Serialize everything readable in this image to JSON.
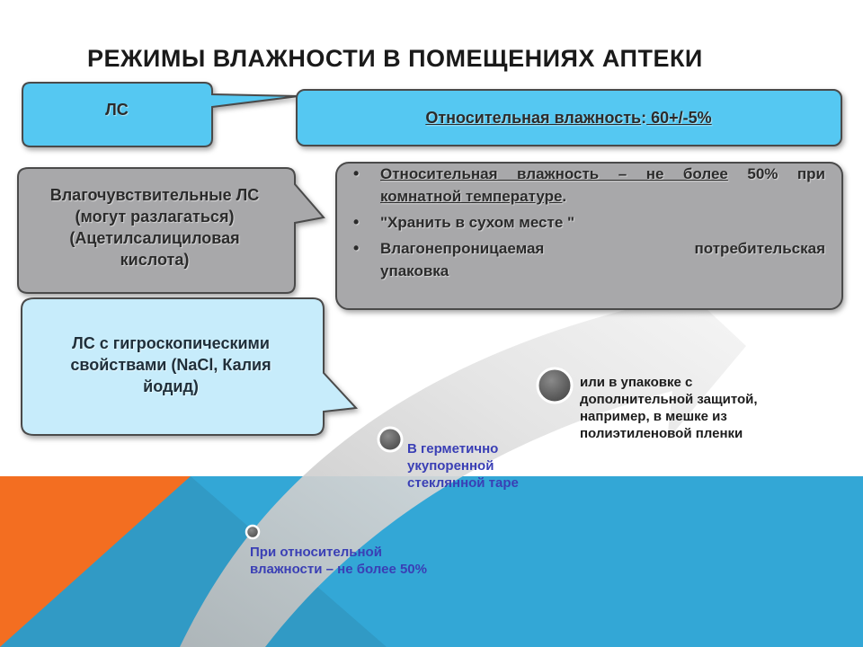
{
  "title": "РЕЖИМЫ ВЛАЖНОСТИ В ПОМЕЩЕНИЯХ АПТЕКИ",
  "callouts": {
    "ls": "ЛС",
    "humidity_prefix": "Относительная влажность",
    "humidity_colon": ":",
    "humidity_value": " 60+/-5%",
    "moisture_sensitive": [
      "Влагочувствительные ЛС",
      "(могут разлагаться)",
      "(Ацетилсалициловая",
      "кислота)"
    ],
    "hygroscopic": [
      "ЛС с гигроскопическими",
      "свойствами (NaCl, Калия",
      "йодид)"
    ]
  },
  "conditions": {
    "item1_underlined": "Относительная влажность – не более",
    "item1_rest": " 50% при",
    "item1_line2_underlined": "комнатной температуре",
    "item1_line2_tail": ".",
    "item2": "\"Хранить в сухом месте \"",
    "item3_word1": "Влагонепроницаемая",
    "item3_word2": "потребительская",
    "item3_line2": "упаковка"
  },
  "steps": [
    "При относительной влажности – не более 50%",
    "В герметично укупоренной стеклянной таре",
    "или в упаковке с дополнительной защитой, например, в мешке из полиэтиленовой пленки"
  ],
  "colors": {
    "cyan_box": "#55c8f2",
    "gray_box": "#a8a8aa",
    "light_cyan_box": "#c7ecfb",
    "sea_blue": "#33a7d6",
    "sea_orange": "#f36e21",
    "step_blue_text": "#3a3fb5"
  }
}
